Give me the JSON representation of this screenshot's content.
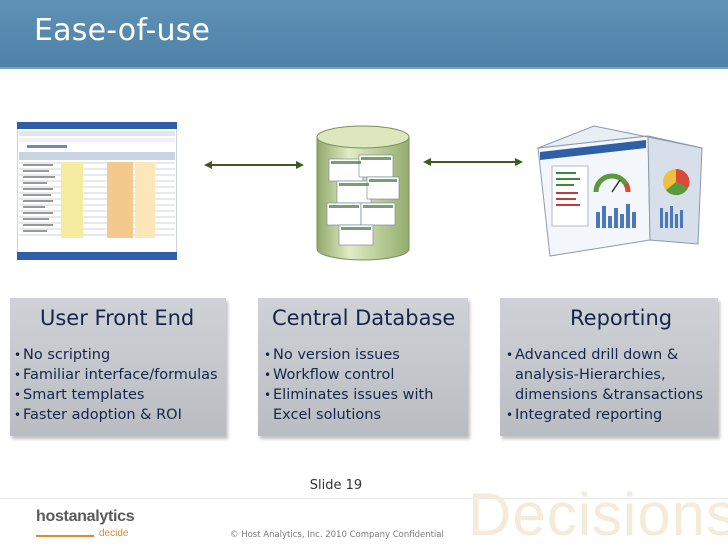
{
  "slide": {
    "title": "Ease-of-use",
    "slide_label": "Slide 19",
    "copyright": "© Host Analytics, Inc. 2010 Company Confidential",
    "watermark": "Decisions"
  },
  "logo": {
    "brand": "hostanalytics",
    "tagline": "decide"
  },
  "columns": [
    {
      "title": "User Front End",
      "bullets": [
        "No scripting",
        "Familiar interface/formulas",
        "Smart templates",
        "Faster adoption & ROI"
      ]
    },
    {
      "title": "Central Database",
      "bullets": [
        "No version issues",
        "Workflow control",
        "Eliminates issues with",
        "Excel solutions"
      ]
    },
    {
      "title": "Reporting",
      "bullets": [
        "Advanced drill down &",
        "analysis-Hierarchies,",
        "dimensions &transactions",
        "Integrated reporting"
      ]
    }
  ],
  "colors": {
    "header": "#5585ac",
    "box": "#c4c8cc",
    "text": "#16264a",
    "arrow": "#3a5d1e",
    "accent": "#e08a2a"
  },
  "icons": {
    "bullet": "•",
    "front_end": "spreadsheet-screenshot-icon",
    "database": "database-cylinder-icon",
    "reporting": "dashboard-cube-icon"
  }
}
